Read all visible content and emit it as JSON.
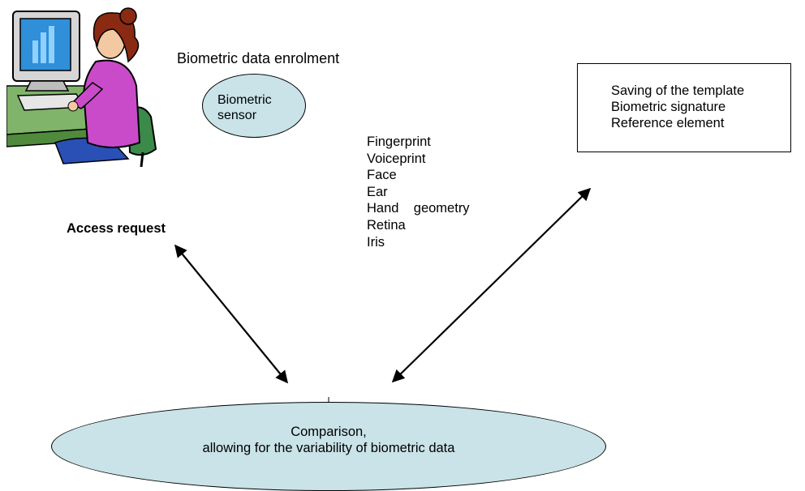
{
  "enrolment": {
    "title": "Biometric data enrolment"
  },
  "sensor": {
    "line1": "Biometric",
    "line2": "sensor"
  },
  "modalities": [
    "Fingerprint",
    "Voiceprint",
    "Face",
    "Ear",
    "Hand    geometry",
    "Retina",
    "Iris"
  ],
  "template_box": {
    "line1": "Saving of the template",
    "line2": "Biometric signature",
    "line3": "Reference element"
  },
  "access_request": "Access request",
  "comparison": {
    "line1": "Comparison,",
    "line2": "allowing for the variability of biometric data"
  },
  "colors": {
    "ellipse_fill": "#c9e3e8",
    "line": "#000000"
  },
  "icons": [
    "woman-at-computer-icon"
  ]
}
